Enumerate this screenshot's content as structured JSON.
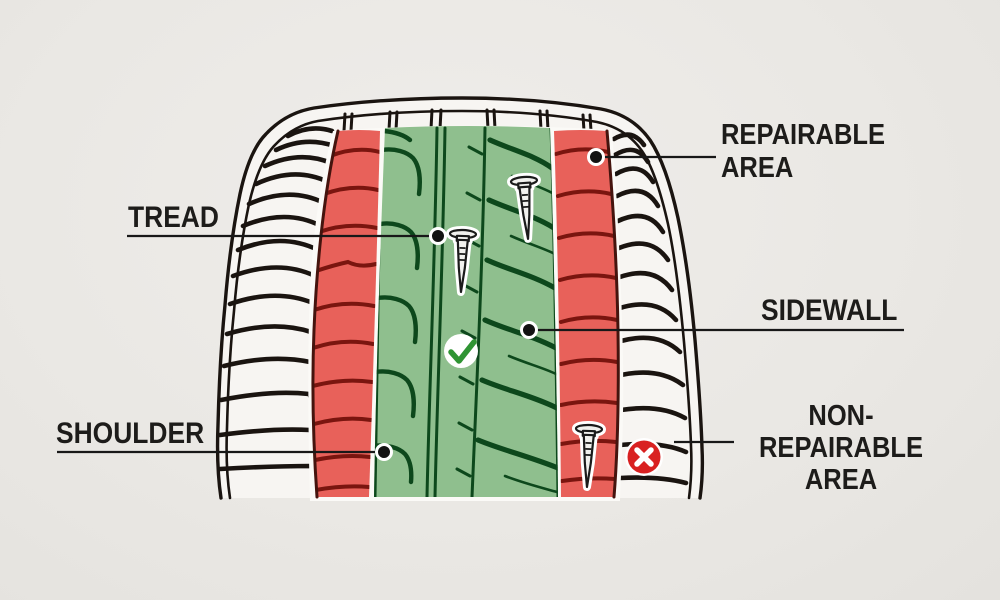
{
  "labels": {
    "tread": "TREAD",
    "shoulder": "SHOULDER",
    "sidewall": "SIDEWALL",
    "repairable_line1": "REPAIRABLE",
    "repairable_line2": "AREA",
    "non_repairable_line1": "NON-REPAIRABLE",
    "non_repairable_line2": "AREA"
  },
  "icons": {
    "check_circle": "check-circle-icon",
    "x_circle": "x-circle-icon",
    "nail": "nail-icon",
    "callout_dot": "callout-dot"
  },
  "colors": {
    "background": "#eae8e4",
    "tire_white": "#f7f5f2",
    "outline_black": "#1a1410",
    "repairable_green": "#8fbf8e",
    "tread_groove_green": "#0d481c",
    "non_repairable_red": "#e8615a",
    "red_divider": "#7a150f",
    "check_green": "#2f9433",
    "x_red": "#d92121",
    "label_text": "#1d1c1a",
    "backing_white": "#fbfaf7"
  }
}
